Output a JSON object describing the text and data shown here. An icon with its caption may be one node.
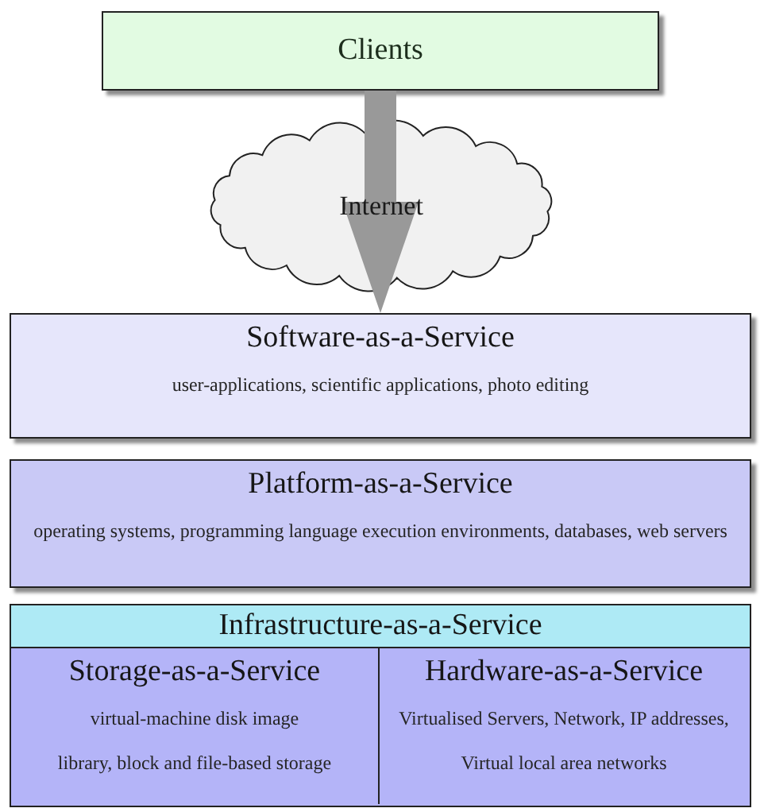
{
  "diagram": {
    "nodes": [
      {
        "text": [
          "Clients"
        ]
      },
      {
        "text": [
          "Internet"
        ]
      },
      {
        "text": [
          "Software-as-a-Service",
          "user-applications, scientific applications, photo editing"
        ]
      },
      {
        "text": [
          "Platform-as-a-Service",
          "operating systems, programming language execution environments, databases, web servers"
        ]
      },
      {
        "text": [
          "Infrastructure-as-a-Service"
        ]
      },
      {
        "text": [
          "Storage-as-a-Service",
          "virtual-machine disk image",
          "library, block and file-based storage"
        ],
        "in": 4
      },
      {
        "text": [
          "Hardware-as-a-Service",
          "Virtualised Servers, Network, IP addresses,",
          "Virtual local area networks"
        ],
        "in": 4
      }
    ],
    "edges": [
      {
        "from": 0,
        "to": 2,
        "arrow": "to",
        "style": "thick",
        "color": "#999999"
      }
    ]
  }
}
